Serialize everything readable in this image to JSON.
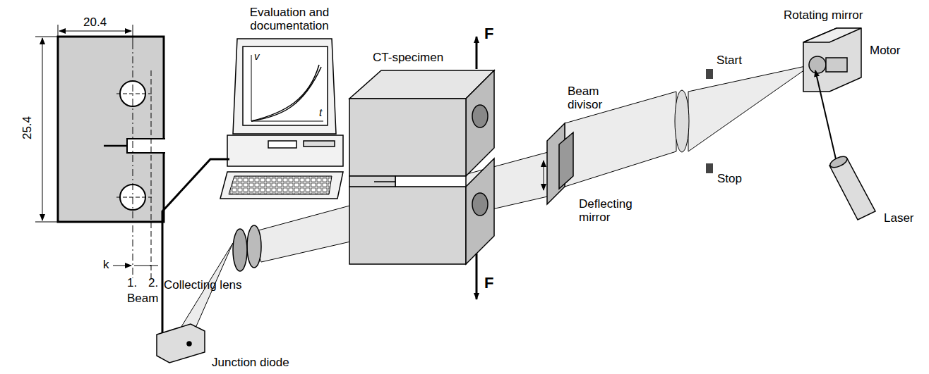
{
  "diagram": {
    "labels": [
      "20.4",
      "25.4",
      "k",
      "1.",
      "2.",
      "Beam",
      "Evaluation and documentation",
      "v",
      "t",
      "CT-specimen",
      "F",
      "F",
      "Beam divisor",
      "Deflecting mirror",
      "Start",
      "Stop",
      "Rotating mirror",
      "Motor",
      "Laser",
      "Collecting lens",
      "Junction diode"
    ]
  }
}
